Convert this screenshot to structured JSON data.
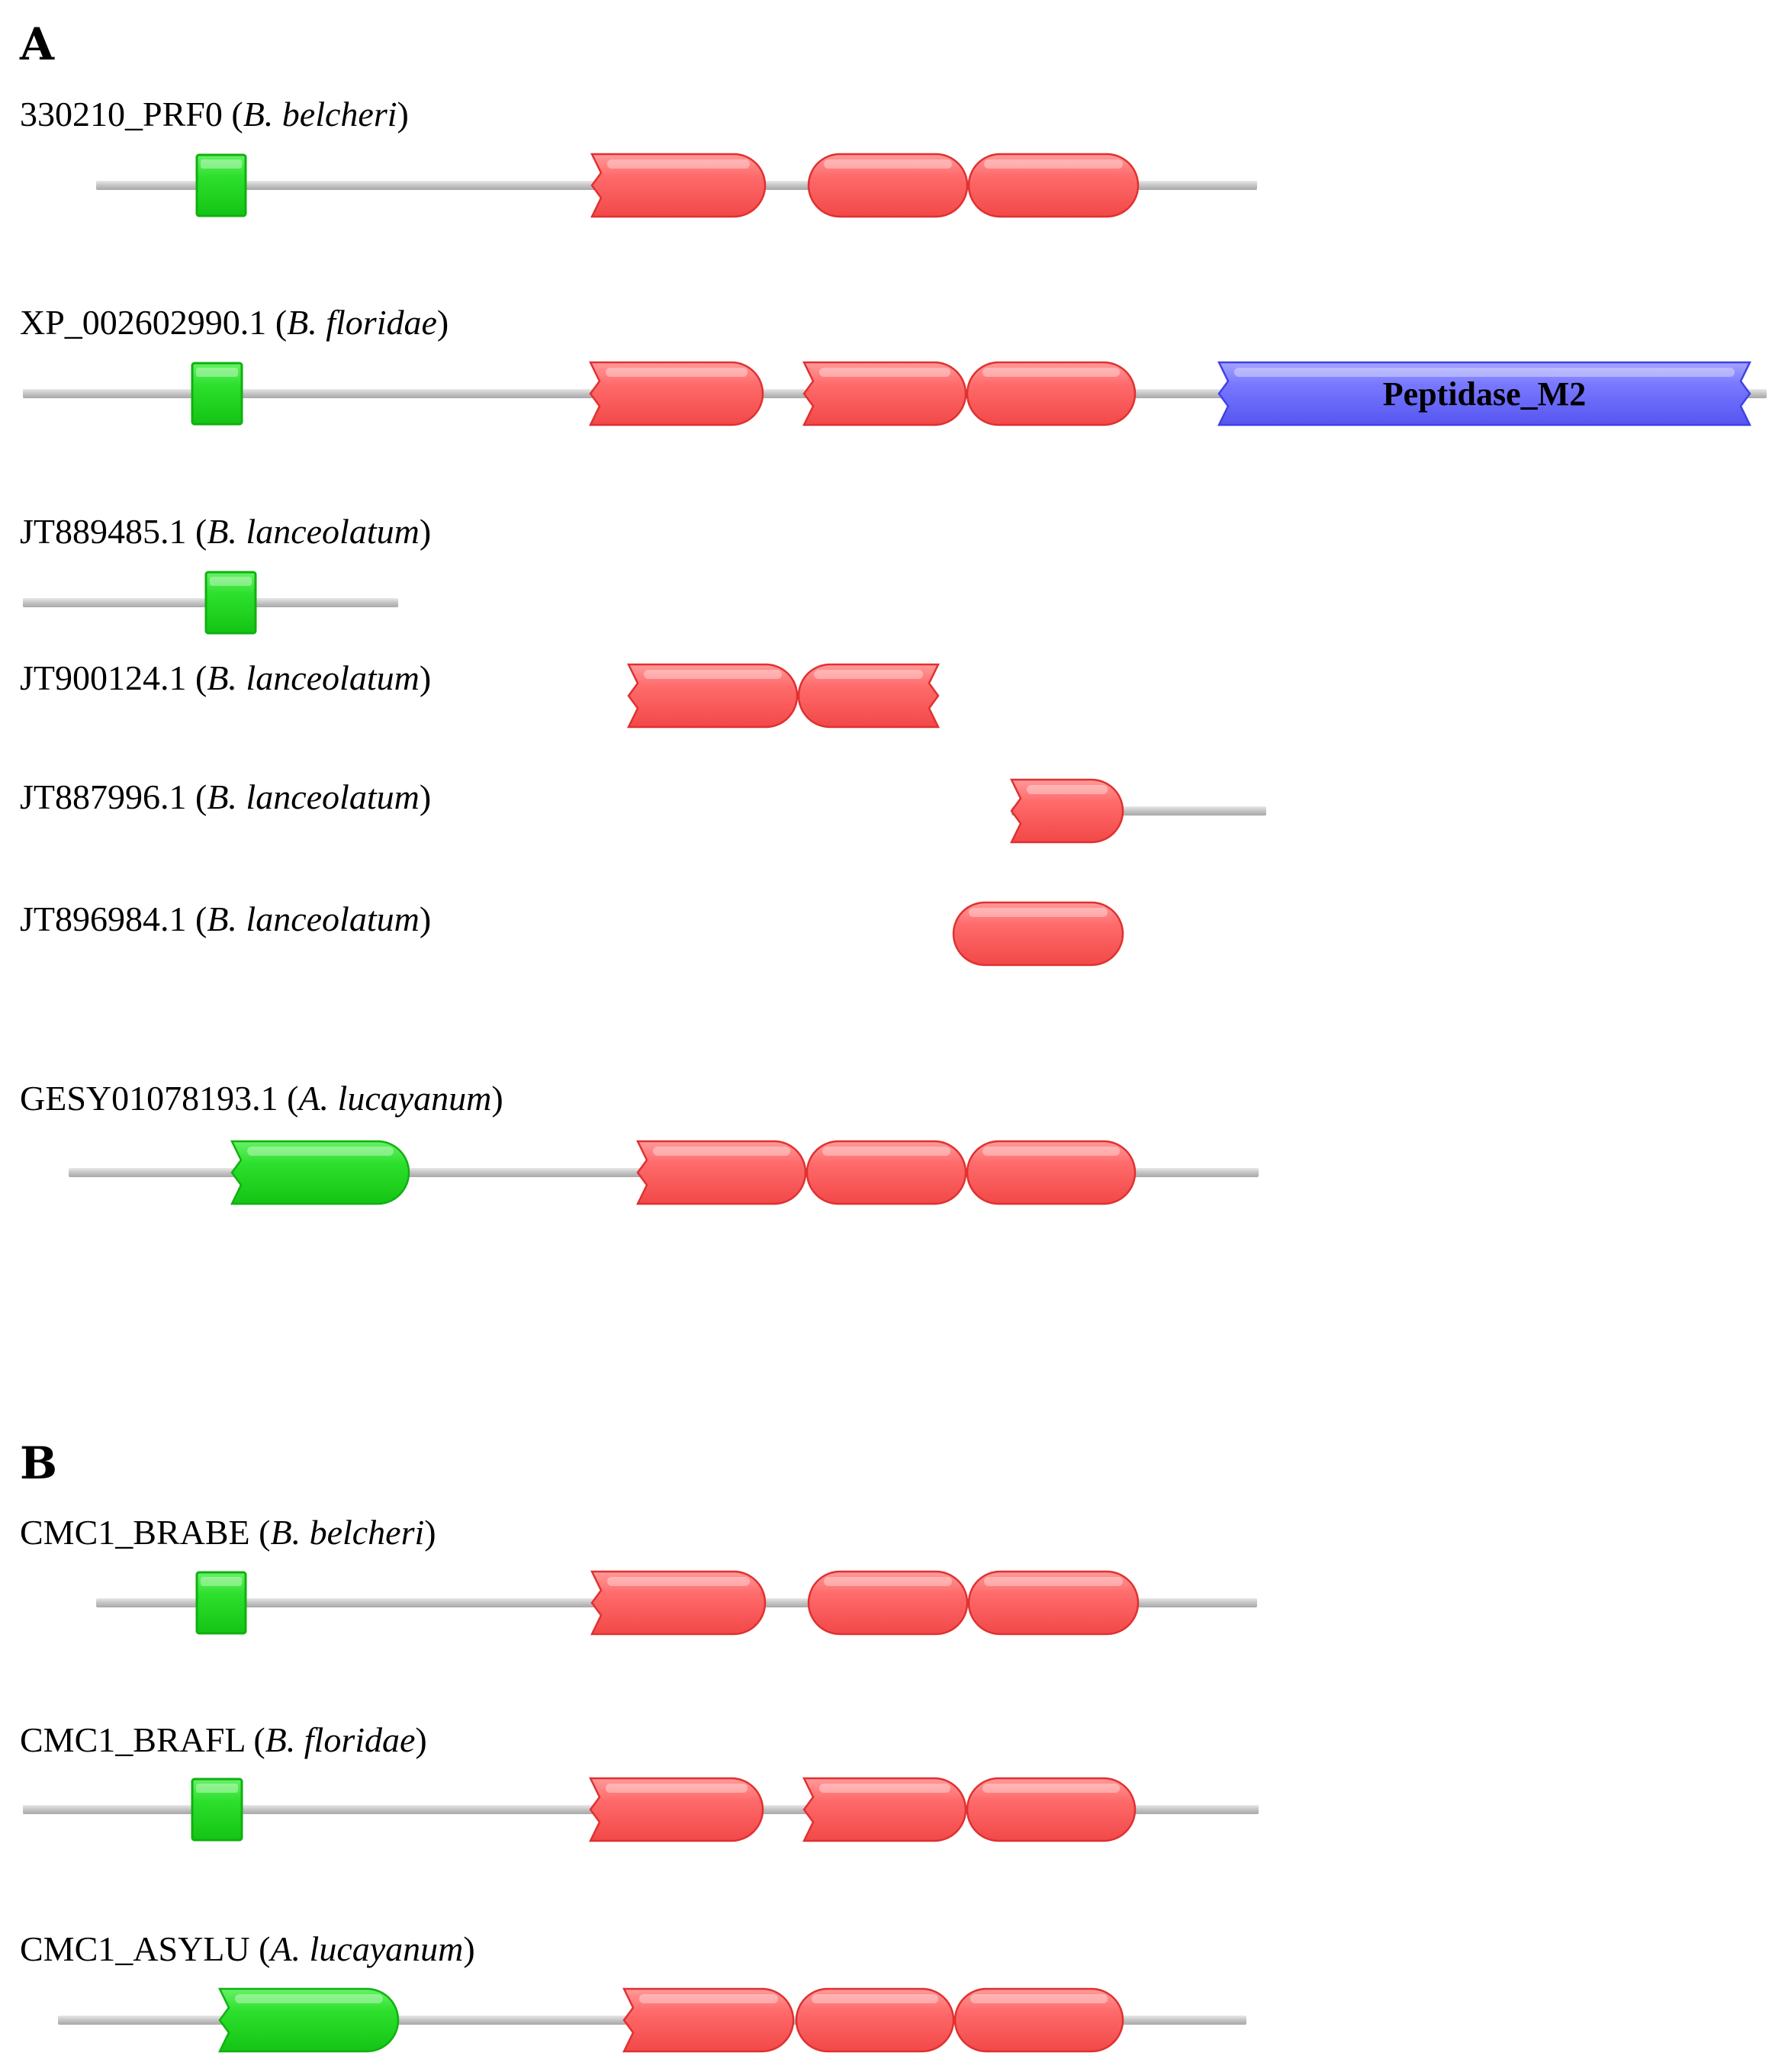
{
  "colors": {
    "backbone": "#c8c8c8",
    "backbone_edge": "#a8a8a8",
    "green_domain": "#22dd22",
    "red_domain": "#ff5a5a",
    "blue_domain": "#6b6bff"
  },
  "panels": [
    {
      "label": "A",
      "sequences": [
        {
          "id": "330210_PRF0",
          "species": "B. belcheri",
          "backbone": true,
          "domains": [
            {
              "type": "small",
              "color": "green",
              "left": "flat",
              "right": "flat"
            },
            {
              "type": "cap",
              "color": "red",
              "left": "notch",
              "right": "round"
            },
            {
              "type": "cap",
              "color": "red",
              "left": "round",
              "right": "round"
            },
            {
              "type": "cap",
              "color": "red",
              "left": "round",
              "right": "round"
            }
          ]
        },
        {
          "id": "XP_002602990.1",
          "species": "B. floridae",
          "backbone": true,
          "domains": [
            {
              "type": "small",
              "color": "green",
              "left": "flat",
              "right": "flat"
            },
            {
              "type": "cap",
              "color": "red",
              "left": "notch",
              "right": "round"
            },
            {
              "type": "cap",
              "color": "red",
              "left": "notch",
              "right": "round"
            },
            {
              "type": "cap",
              "color": "red",
              "left": "round",
              "right": "round"
            },
            {
              "type": "cap",
              "color": "blue",
              "left": "notch",
              "right": "notch",
              "label": "Peptidase_M2"
            }
          ]
        },
        {
          "id": "JT889485.1",
          "species": "B. lanceolatum",
          "backbone": true,
          "domains": [
            {
              "type": "small",
              "color": "green",
              "left": "flat",
              "right": "flat"
            }
          ]
        },
        {
          "id": "JT900124.1",
          "species": "B. lanceolatum",
          "backbone": false,
          "domains": [
            {
              "type": "cap",
              "color": "red",
              "left": "notch",
              "right": "round"
            },
            {
              "type": "cap",
              "color": "red",
              "left": "round",
              "right": "notch"
            }
          ]
        },
        {
          "id": "JT887996.1",
          "species": "B. lanceolatum",
          "backbone": true,
          "domains": [
            {
              "type": "cap",
              "color": "red",
              "left": "notch",
              "right": "round"
            }
          ]
        },
        {
          "id": "JT896984.1",
          "species": "B. lanceolatum",
          "backbone": false,
          "domains": [
            {
              "type": "cap",
              "color": "red",
              "left": "round",
              "right": "round"
            }
          ]
        },
        {
          "id": "GESY01078193.1",
          "species": "A. lucayanum",
          "backbone": true,
          "domains": [
            {
              "type": "cap",
              "color": "green",
              "left": "notch",
              "right": "round"
            },
            {
              "type": "cap",
              "color": "red",
              "left": "notch",
              "right": "round"
            },
            {
              "type": "cap",
              "color": "red",
              "left": "round",
              "right": "round"
            },
            {
              "type": "cap",
              "color": "red",
              "left": "round",
              "right": "round"
            }
          ]
        }
      ]
    },
    {
      "label": "B",
      "sequences": [
        {
          "id": "CMC1_BRABE",
          "species": "B. belcheri",
          "backbone": true,
          "domains": [
            {
              "type": "small",
              "color": "green",
              "left": "flat",
              "right": "flat"
            },
            {
              "type": "cap",
              "color": "red",
              "left": "notch",
              "right": "round"
            },
            {
              "type": "cap",
              "color": "red",
              "left": "round",
              "right": "round"
            },
            {
              "type": "cap",
              "color": "red",
              "left": "round",
              "right": "round"
            }
          ]
        },
        {
          "id": "CMC1_BRAFL",
          "species": "B. floridae",
          "backbone": true,
          "domains": [
            {
              "type": "small",
              "color": "green",
              "left": "flat",
              "right": "flat"
            },
            {
              "type": "cap",
              "color": "red",
              "left": "notch",
              "right": "round"
            },
            {
              "type": "cap",
              "color": "red",
              "left": "notch",
              "right": "round"
            },
            {
              "type": "cap",
              "color": "red",
              "left": "round",
              "right": "round"
            }
          ]
        },
        {
          "id": "CMC1_ASYLU",
          "species": "A. lucayanum",
          "backbone": true,
          "domains": [
            {
              "type": "cap",
              "color": "green",
              "left": "notch",
              "right": "round"
            },
            {
              "type": "cap",
              "color": "red",
              "left": "notch",
              "right": "round"
            },
            {
              "type": "cap",
              "color": "red",
              "left": "round",
              "right": "round"
            },
            {
              "type": "cap",
              "color": "red",
              "left": "round",
              "right": "round"
            }
          ]
        }
      ]
    }
  ]
}
